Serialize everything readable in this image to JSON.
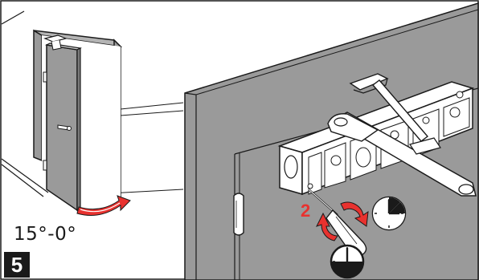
{
  "step": {
    "number": "5"
  },
  "door_angle": {
    "label": "15°-0°"
  },
  "adjustment": {
    "valve_number": "2"
  },
  "icons": {
    "door_overview": "door-icon",
    "closing_arrow": "swing-arrow-icon",
    "rotation": "rotate-arrows-icon",
    "tool": "screwdriver-icon",
    "fast": "clock-quarter-icon",
    "slow": "clock-three-quarter-icon"
  },
  "colors": {
    "accent": "#e8322f",
    "wall": "#9a9a9a",
    "ink": "#1a1a1a"
  }
}
